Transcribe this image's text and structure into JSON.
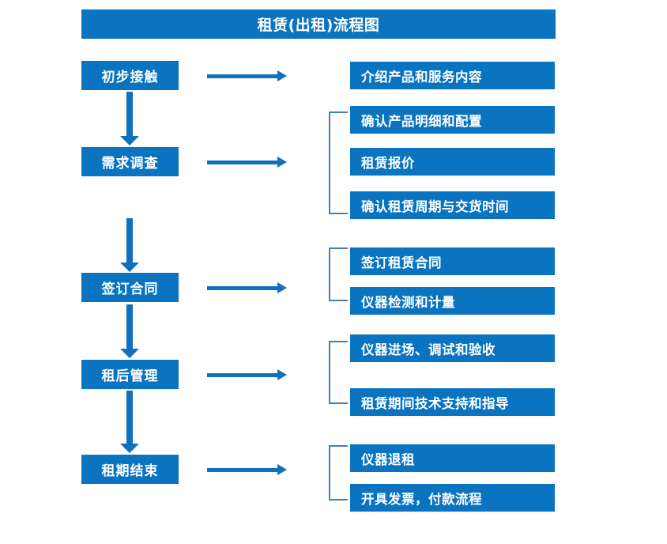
{
  "diagram": {
    "title": "租赁(出租)流程图",
    "colors": {
      "box_blue": "#0b74c0",
      "arrow_blue": "#1070bd",
      "bracket_blue": "#4a7cb0",
      "text_white": "#ffffff",
      "background": "#ffffff"
    },
    "stages": [
      {
        "label": "初步接触"
      },
      {
        "label": "需求调查"
      },
      {
        "label": "签订合同"
      },
      {
        "label": "租后管理"
      },
      {
        "label": "租期结束"
      }
    ],
    "details": [
      {
        "label": "介绍产品和服务内容"
      },
      {
        "label": "确认产品明细和配置"
      },
      {
        "label": "租赁报价"
      },
      {
        "label": "确认租赁周期与交货时间"
      },
      {
        "label": "签订租赁合同"
      },
      {
        "label": "仪器检测和计量"
      },
      {
        "label": "仪器进场、调试和验收"
      },
      {
        "label": "租赁期间技术支持和指导"
      },
      {
        "label": "仪器退租"
      },
      {
        "label": "开具发票，付款流程"
      }
    ]
  }
}
